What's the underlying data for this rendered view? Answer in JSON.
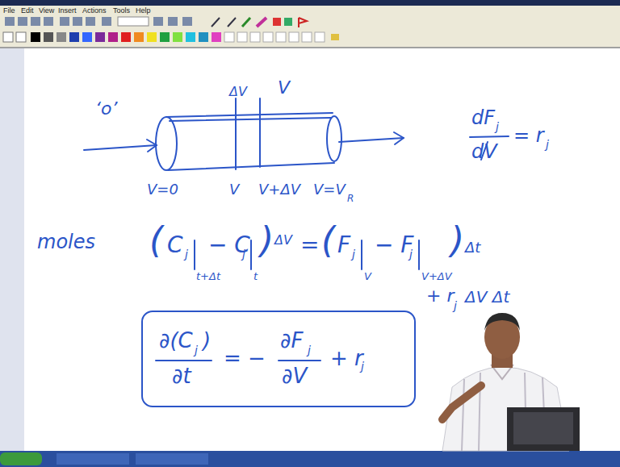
{
  "diagram": {
    "nodes": [
      {
        "text": [
          "∂(C",
          "j",
          ")",
          "∂t",
          "= −",
          "∂F",
          "j",
          "∂V",
          "+ r",
          "j"
        ]
      }
    ],
    "labels": [
      "File",
      "Edit",
      "View",
      "Insert",
      "Actions",
      "Tools",
      "Help",
      "‘o’",
      "ΔV",
      "V",
      "V=0",
      "V",
      "V+ΔV",
      "V=V",
      "R",
      "dF",
      "j",
      "dV",
      "= r",
      "j",
      "moles",
      "(",
      "C",
      "j",
      "t+Δt",
      "− C",
      "j",
      "t",
      ")",
      "ΔV",
      "=",
      "(",
      "F",
      "j",
      "V",
      "− F",
      "j",
      "V+ΔV",
      ")",
      "Δt",
      "+ r",
      "j",
      "ΔV Δt"
    ]
  }
}
